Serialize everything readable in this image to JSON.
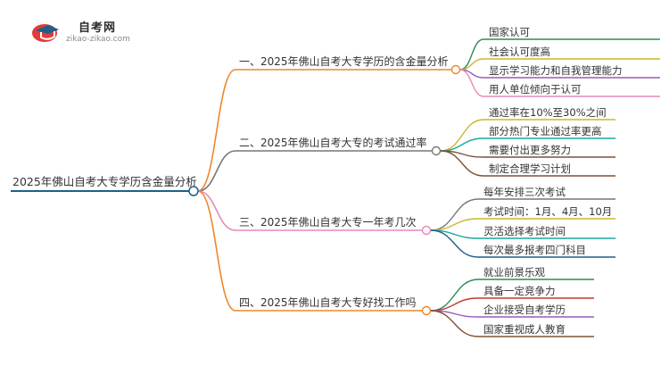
{
  "logo": {
    "title": "自考网",
    "subtitle": "zikao-zikao.com"
  },
  "root": {
    "label": "2025年佛山自考大专学历含金量分析",
    "color": "#1f5f8b"
  },
  "branches": [
    {
      "label": "一、2025年佛山自考大专学历的含金量分析",
      "color": "#f0862a",
      "children": [
        {
          "label": "国家认可",
          "color": "#2e8b57"
        },
        {
          "label": "社会认可度高",
          "color": "#c9b82c"
        },
        {
          "label": "显示学习能力和自我管理能力",
          "color": "#9b59b6"
        },
        {
          "label": "用人单位倾向于认可",
          "color": "#e889b7"
        }
      ]
    },
    {
      "label": "二、2025年佛山自考大专的考试通过率",
      "color": "#777777",
      "children": [
        {
          "label": "通过率在10%至30%之间",
          "color": "#c9b82c"
        },
        {
          "label": "部分热门专业通过率更高",
          "color": "#1aa99b"
        },
        {
          "label": "需要付出更多努力",
          "color": "#7b5236"
        },
        {
          "label": "制定合理学习计划",
          "color": "#7b5236"
        }
      ]
    },
    {
      "label": "三、2025年佛山自考大专一年考几次",
      "color": "#e889b7",
      "children": [
        {
          "label": "每年安排三次考试",
          "color": "#777777"
        },
        {
          "label": "考试时间：1月、4月、10月",
          "color": "#c9b82c"
        },
        {
          "label": "灵活选择考试时间",
          "color": "#1aa99b"
        },
        {
          "label": "每次最多报考四门科目",
          "color": "#1f5f8b"
        }
      ]
    },
    {
      "label": "四、2025年佛山自考大专好找工作吗",
      "color": "#f0862a",
      "children": [
        {
          "label": "就业前景乐观",
          "color": "#2e8b57"
        },
        {
          "label": "具备一定竞争力",
          "color": "#c0392b"
        },
        {
          "label": "企业接受自考学历",
          "color": "#9b59b6"
        },
        {
          "label": "国家重视成人教育",
          "color": "#7b5236"
        }
      ]
    }
  ]
}
